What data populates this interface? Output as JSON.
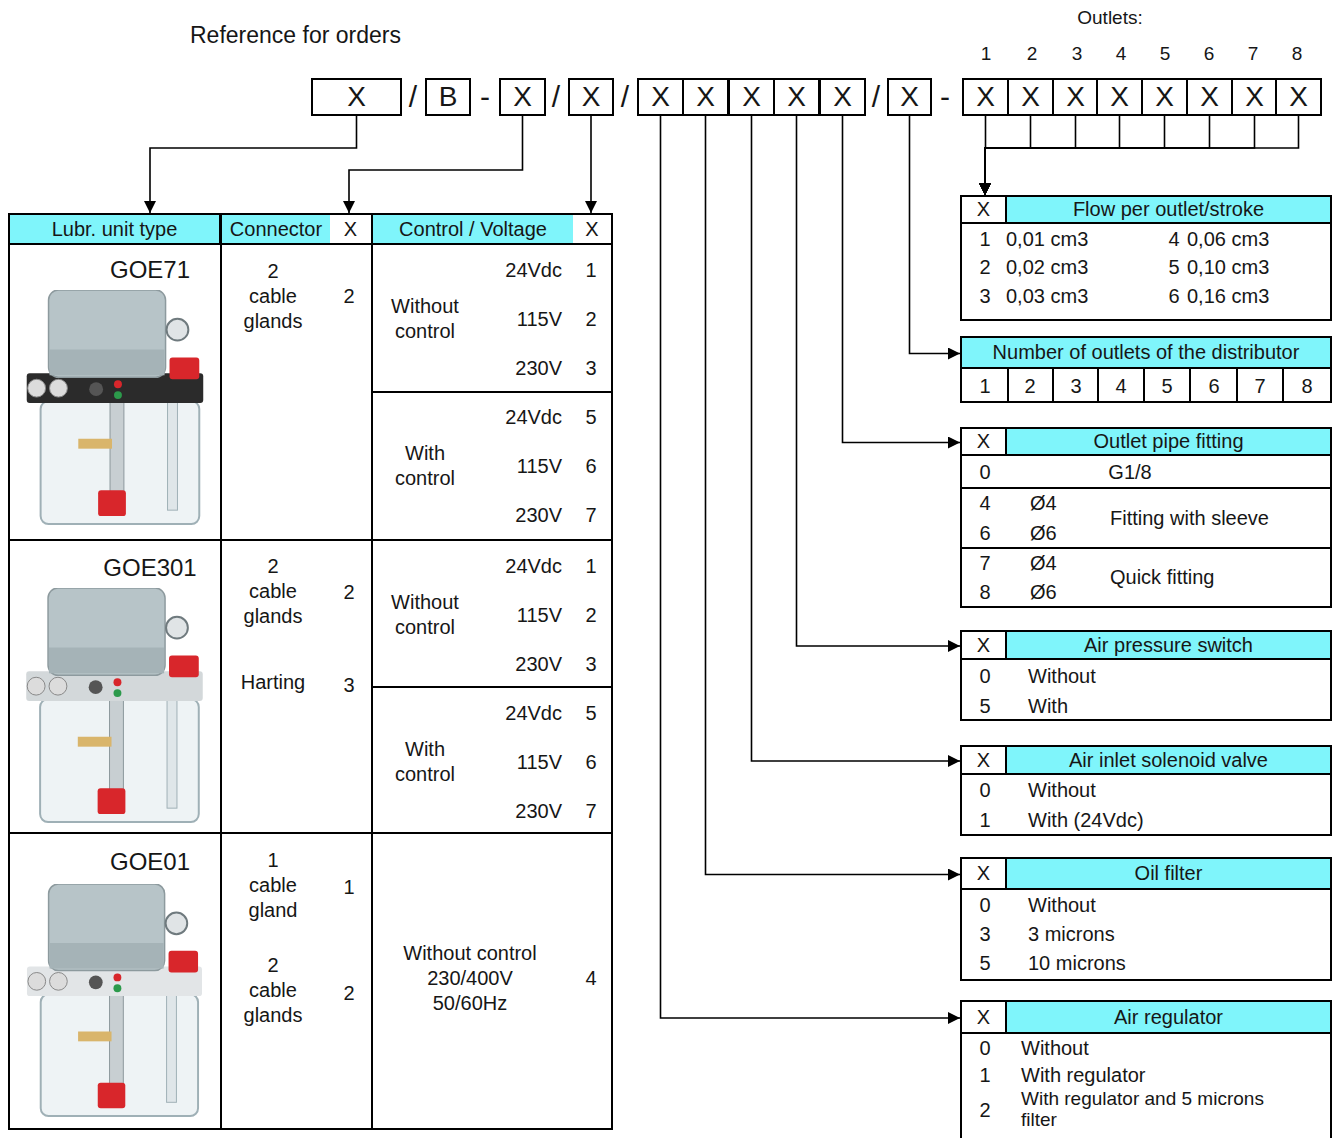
{
  "diagram": {
    "title": "Reference for orders",
    "nodes": [
      {
        "text": [
          "X"
        ]
      },
      {
        "text": [
          "B"
        ]
      },
      {
        "text": [
          "X"
        ]
      },
      {
        "text": [
          "X"
        ]
      },
      {
        "text": [
          "X"
        ]
      },
      {
        "text": [
          "X"
        ]
      },
      {
        "text": [
          "X"
        ]
      },
      {
        "text": [
          "X"
        ]
      },
      {
        "text": [
          "X"
        ]
      },
      {
        "text": [
          "X"
        ]
      },
      {
        "text": [
          "X"
        ]
      },
      {
        "text": [
          "X"
        ]
      },
      {
        "text": [
          "X"
        ]
      },
      {
        "text": [
          "X"
        ]
      },
      {
        "text": [
          "X"
        ]
      },
      {
        "text": [
          "X"
        ]
      },
      {
        "text": [
          "X"
        ]
      },
      {
        "text": [
          "X"
        ]
      },
      {
        "text": [
          "Lubr. unit type"
        ]
      },
      {
        "text": [
          "Connector",
          "X"
        ]
      },
      {
        "text": [
          "Control / Voltage",
          "X"
        ]
      },
      {
        "text": [
          "X",
          "Flow per outlet/stroke"
        ]
      },
      {
        "text": [
          "Number of outlets of the distributor"
        ]
      },
      {
        "text": [
          "X",
          "Outlet pipe fitting"
        ]
      },
      {
        "text": [
          "X",
          "Air pressure switch"
        ]
      },
      {
        "text": [
          "X",
          "Air inlet solenoid valve"
        ]
      },
      {
        "text": [
          "X",
          "Oil filter"
        ]
      },
      {
        "text": [
          "X",
          "Air regulator"
        ]
      }
    ],
    "edges": [
      {
        "from": 0,
        "to": 18,
        "arrow": "to"
      },
      {
        "from": 2,
        "to": 19,
        "arrow": "to"
      },
      {
        "from": 3,
        "to": 20,
        "arrow": "to"
      },
      {
        "from": 4,
        "to": 27,
        "arrow": "to"
      },
      {
        "from": 5,
        "to": 26,
        "arrow": "to"
      },
      {
        "from": 6,
        "to": 25,
        "arrow": "to"
      },
      {
        "from": 7,
        "to": 24,
        "arrow": "to"
      },
      {
        "from": 8,
        "to": 23,
        "arrow": "to"
      },
      {
        "from": 9,
        "to": 22,
        "arrow": "to"
      },
      {
        "from": 10,
        "to": 21,
        "arrow": "to"
      },
      {
        "from": 11,
        "to": 21,
        "arrow": "to"
      },
      {
        "from": 12,
        "to": 21,
        "arrow": "to"
      },
      {
        "from": 13,
        "to": 21,
        "arrow": "to"
      },
      {
        "from": 14,
        "to": 21,
        "arrow": "to"
      },
      {
        "from": 15,
        "to": 21,
        "arrow": "to"
      },
      {
        "from": 16,
        "to": 21,
        "arrow": "to"
      },
      {
        "from": 17,
        "to": 21,
        "arrow": "to"
      }
    ],
    "labels": [
      "Outlets:",
      "1",
      "2",
      "3",
      "4",
      "5",
      "6",
      "7",
      "8",
      "/",
      "-",
      "/",
      "/",
      "/",
      "-",
      "GOE71",
      "2 cable glands",
      "2",
      "Without control",
      "24Vdc",
      "1",
      "115V",
      "2",
      "230V",
      "3",
      "With control",
      "24Vdc",
      "5",
      "115V",
      "6",
      "230V",
      "7",
      "GOE301",
      "2 cable glands",
      "2",
      "Harting",
      "3",
      "Without control",
      "24Vdc",
      "1",
      "115V",
      "2",
      "230V",
      "3",
      "With control",
      "24Vdc",
      "5",
      "115V",
      "6",
      "230V",
      "7",
      "GOE01",
      "1 cable gland",
      "1",
      "2 cable glands",
      "2",
      "Without control 230/400V 50/60Hz",
      "4",
      "1",
      "0,01 cm3",
      "4",
      "0,06 cm3",
      "2",
      "0,02 cm3",
      "5",
      "0,10 cm3",
      "3",
      "0,03 cm3",
      "6",
      "0,16 cm3",
      "1",
      "2",
      "3",
      "4",
      "5",
      "6",
      "7",
      "8",
      "0",
      "G1/8",
      "4",
      "Ø4",
      "6",
      "Ø6",
      "Fitting with sleeve",
      "7",
      "Ø4",
      "8",
      "Ø6",
      "Quick fitting",
      "0",
      "Without",
      "5",
      "With",
      "0",
      "Without",
      "1",
      "With (24Vdc)",
      "0",
      "Without",
      "3",
      "3 microns",
      "5",
      "10 microns",
      "0",
      "Without",
      "1",
      "With regulator",
      "2",
      "With regulator and 5 microns filter"
    ]
  }
}
